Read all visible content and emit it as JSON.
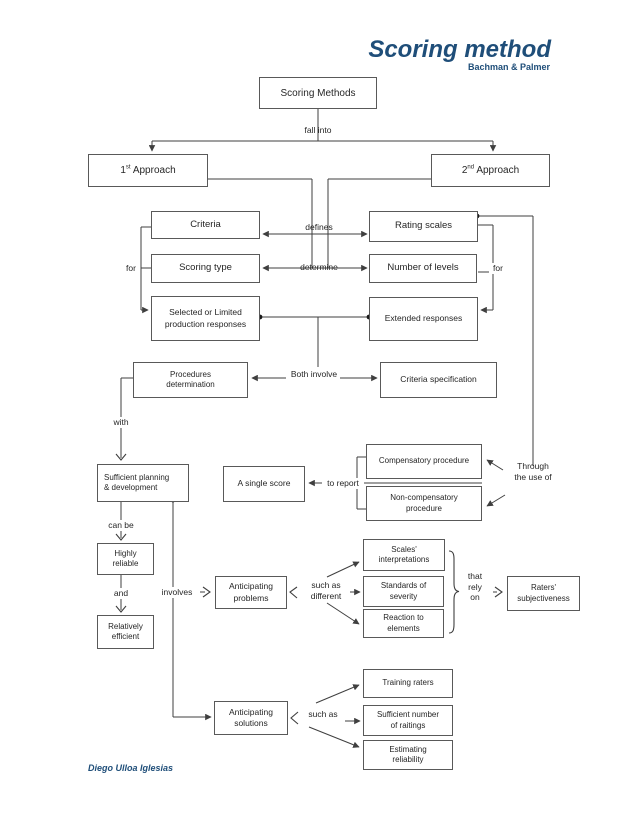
{
  "header": {
    "title": "Scoring method",
    "subtitle": "Bachman & Palmer"
  },
  "footer": {
    "author": "Diego Ulloa Iglesias"
  },
  "colors": {
    "accent": "#1f4e79",
    "line": "#3f3f3f",
    "box_border": "#595959",
    "text": "#262626"
  },
  "nodes": {
    "scoring_methods": "Scoring Methods",
    "approach1": {
      "num": "1",
      "sup": "st",
      "rest": " Approach"
    },
    "approach2": {
      "num": "2",
      "sup": "nd",
      "rest": " Approach"
    },
    "criteria": "Criteria",
    "rating_scales": "Rating scales",
    "scoring_type": "Scoring type",
    "number_of_levels": "Number of levels",
    "selected_limited": "Selected or Limited\nproduction responses",
    "extended_responses": "Extended responses",
    "procedures_determination": "Procedures\ndetermination",
    "criteria_specification": "Criteria specification",
    "sufficient_planning": "Sufficient planning\n& development",
    "a_single_score": "A single score",
    "compensatory": "Compensatory procedure",
    "non_compensatory": "Non-compensatory\nprocedure",
    "highly_reliable": "Highly\nreliable",
    "relatively_efficient": "Relatively\nefficient",
    "anticipating_problems": "Anticipating\nproblems",
    "scales_interpretations": "Scales'\ninterpretations",
    "standards_severity": "Standards of\nseverity",
    "reaction_elements": "Reaction to\nelements",
    "raters_subjectiveness": "Raters'\nsubjectiveness",
    "anticipating_solutions": "Anticipating\nsolutions",
    "training_raters": "Training raters",
    "sufficient_raitings": "Sufficient number\nof raitings",
    "estimating_reliability": "Estimating\nreliability"
  },
  "labels": {
    "fall_into": "fall into",
    "defines": "defines",
    "determine": "determine",
    "for_left": "for",
    "for_right": "for",
    "both_involve": "Both involve",
    "with": "with",
    "to_report": "to report",
    "through_use": "Through\nthe use of",
    "can_be": "can be",
    "and": "and",
    "involves": "involves",
    "such_as_different": "such as\ndifferent",
    "that_rely_on": "that\nrely\non",
    "such_as": "such as"
  }
}
